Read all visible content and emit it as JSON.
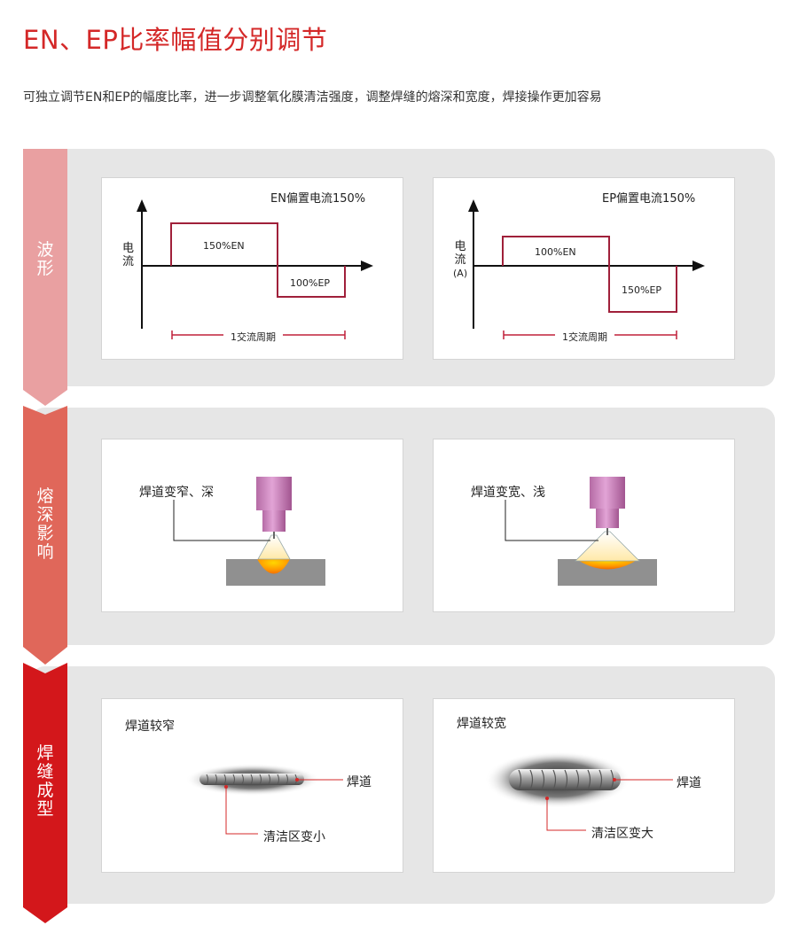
{
  "title": "EN、EP比率幅值分别调节",
  "subtitle": "可独立调节EN和EP的幅度比率，进一步调整氧化膜清洁强度，调整焊缝的熔深和宽度，焊接操作更加容易",
  "colors": {
    "title_red": "#d42828",
    "tag_waveform": "#e9a0a1",
    "tag_penetration": "#e0675a",
    "tag_bead": "#d3171b",
    "waveform_line": "#a0203a",
    "section_bg": "#e6e6e6"
  },
  "sections": [
    {
      "tag": [
        "波",
        "形"
      ],
      "panels": [
        {
          "title": "EN偏置电流150%",
          "y_axis": [
            "电",
            "流"
          ],
          "y_unit": "",
          "en_label": "150%EN",
          "ep_label": "100%EP",
          "en_percent": 150,
          "ep_percent": 100,
          "period_label": "1交流周期"
        },
        {
          "title": "EP偏置电流150%",
          "y_axis": [
            "电",
            "流"
          ],
          "y_unit": "(A)",
          "en_label": "100%EN",
          "ep_label": "150%EP",
          "en_percent": 100,
          "ep_percent": 150,
          "period_label": "1交流周期"
        }
      ]
    },
    {
      "tag": [
        "熔",
        "深",
        "影",
        "响"
      ],
      "panels": [
        {
          "label": "焊道变窄、深"
        },
        {
          "label": "焊道变宽、浅"
        }
      ]
    },
    {
      "tag": [
        "焊",
        "缝",
        "成",
        "型"
      ],
      "panels": [
        {
          "title": "焊道较窄",
          "bead_label": "焊道",
          "clean_label": "清洁区变小"
        },
        {
          "title": "焊道较宽",
          "bead_label": "焊道",
          "clean_label": "清洁区变大"
        }
      ]
    }
  ]
}
